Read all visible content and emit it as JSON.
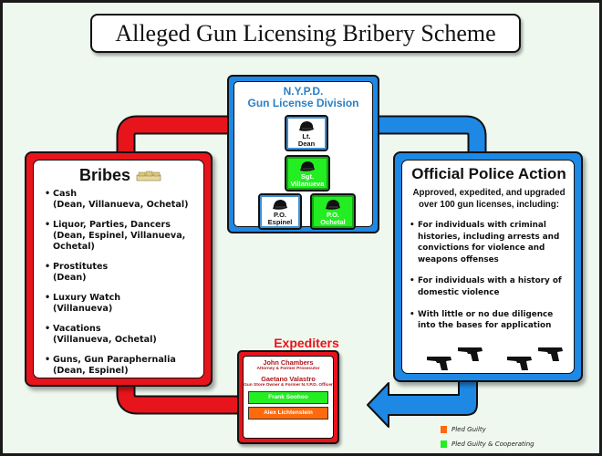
{
  "title": "Alleged Gun Licensing Bribery Scheme",
  "colors": {
    "bribes_red": "#e8141c",
    "police_blue": "#1e88e5",
    "pled_guilty_orange": "#ff6a0e",
    "cooperating_green": "#22ee22",
    "background": "#eef8ef"
  },
  "nypd": {
    "title_line1": "N.Y.P.D.",
    "title_line2": "Gun License Division",
    "officers": [
      {
        "rank": "Lt.",
        "name": "Dean",
        "status": "none"
      },
      {
        "rank": "Sgt.",
        "name": "Villanueva",
        "status": "pled_guilty_cooperating"
      },
      {
        "rank": "P.O.",
        "name": "Espinel",
        "status": "none"
      },
      {
        "rank": "P.O.",
        "name": "Ochetal",
        "status": "pled_guilty_cooperating"
      }
    ]
  },
  "bribes": {
    "title": "Bribes",
    "icon": "money-stack-icon",
    "items": [
      {
        "label": "Cash",
        "who": "(Dean, Villanueva, Ochetal)"
      },
      {
        "label": "Liquor, Parties, Dancers",
        "who": "(Dean, Espinel, Villanueva, Ochetal)"
      },
      {
        "label": "Prostitutes",
        "who": "(Dean)"
      },
      {
        "label": "Luxury Watch",
        "who": "(Villanueva)"
      },
      {
        "label": "Vacations",
        "who": "(Villanueva, Ochetal)"
      },
      {
        "label": "Guns, Gun Paraphernalia",
        "who": "(Dean, Espinel)"
      }
    ]
  },
  "police_action": {
    "title": "Official Police Action",
    "subtitle": "Approved, expedited, and upgraded over 100 gun licenses, including:",
    "items": [
      "For individuals with criminal histories, including arrests and convictions for violence and weapons offenses",
      "For individuals with a history of domestic violence",
      "With little or no due diligence into the bases for application"
    ],
    "icon": "handgun-icon",
    "icon_count": 4
  },
  "expediters": {
    "title": "Expediters",
    "people": [
      {
        "name": "John Chambers",
        "role": "Attorney & Former Prosecutor"
      },
      {
        "name": "Gaetano Valastro",
        "role": "Gun Store Owner & Former N.Y.P.D. Officer"
      }
    ],
    "pills": [
      {
        "name": "Frank Soohoo",
        "status": "pled_guilty_cooperating"
      },
      {
        "name": "Alex Lichtenstein",
        "status": "pled_guilty"
      }
    ]
  },
  "legend": [
    {
      "label": "Pled Guilty",
      "color": "#ff6a0e"
    },
    {
      "label": "Pled Guilty & Cooperating",
      "color": "#22ee22"
    }
  ]
}
